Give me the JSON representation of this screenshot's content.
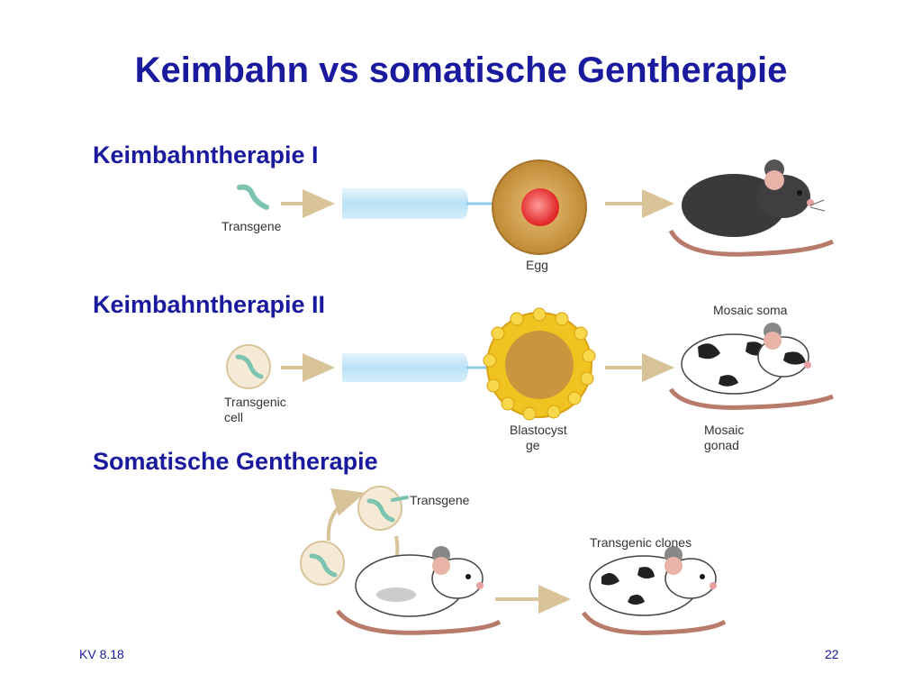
{
  "slide": {
    "title": "Keimbahn vs somatische Gentherapie",
    "sections": [
      {
        "heading": "Keimbahntherapie I"
      },
      {
        "heading": "Keimbahntherapie II"
      },
      {
        "heading": "Somatische Gentherapie"
      }
    ],
    "footer_left": "KV 8.18",
    "page_number": "22"
  },
  "figure": {
    "row1": {
      "transgene": "Transgene",
      "egg": "Egg"
    },
    "row2": {
      "transgenic_cell_line1": "Transgenic",
      "transgenic_cell_line2": "cell",
      "blastocyst_line1": "Blastocyst",
      "blastocyst_line2": "ge",
      "mosaic_soma": "Mosaic soma",
      "mosaic_gonad_line1": "Mosaic",
      "mosaic_gonad_line2": "gonad"
    },
    "row3": {
      "transgene": "Transgene",
      "clones": "Transgenic clones"
    }
  },
  "colors": {
    "title": "#1a1a9e",
    "egg": "#c8923a",
    "nucleus": "#e53935",
    "pipette": "#bfe3f7",
    "arrow": "#d9c49a"
  }
}
